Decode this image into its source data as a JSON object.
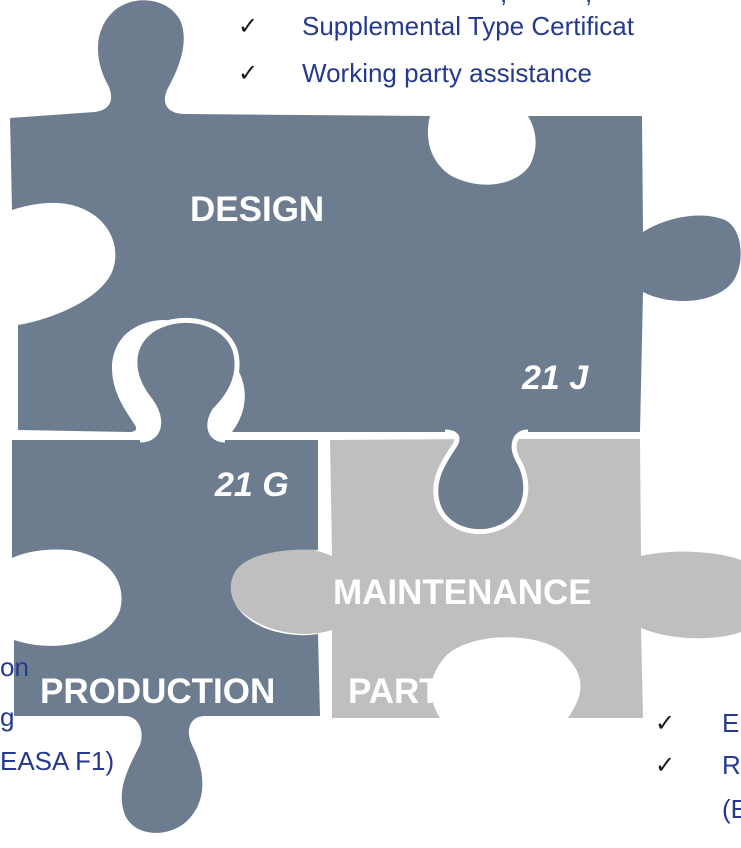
{
  "colors": {
    "design_piece": "#6d7d8f",
    "production_piece": "#6d7d8f",
    "maintenance_piece": "#bfbfbf",
    "piece_label": "#ffffff",
    "side_text": "#253a8e",
    "check_mark": "#1a1a1a"
  },
  "top_list": {
    "items": [
      {
        "check": "✓",
        "text": "Supplemental Type Certificat"
      },
      {
        "check": "✓",
        "text": "Working party assistance"
      }
    ]
  },
  "pieces": {
    "design": {
      "label": "DESIGN",
      "code": "21 J"
    },
    "production": {
      "label": "PRODUCTION",
      "code": "21 G"
    },
    "maintenance": {
      "label": "MAINTENANCE",
      "code": "PART 145"
    }
  },
  "left_list": {
    "lines": [
      "on",
      "g",
      "EASA F1)"
    ]
  },
  "right_list": {
    "items": [
      {
        "check": "✓",
        "text": "E"
      },
      {
        "check": "✓",
        "text": "R"
      }
    ],
    "continuation": "(E"
  }
}
